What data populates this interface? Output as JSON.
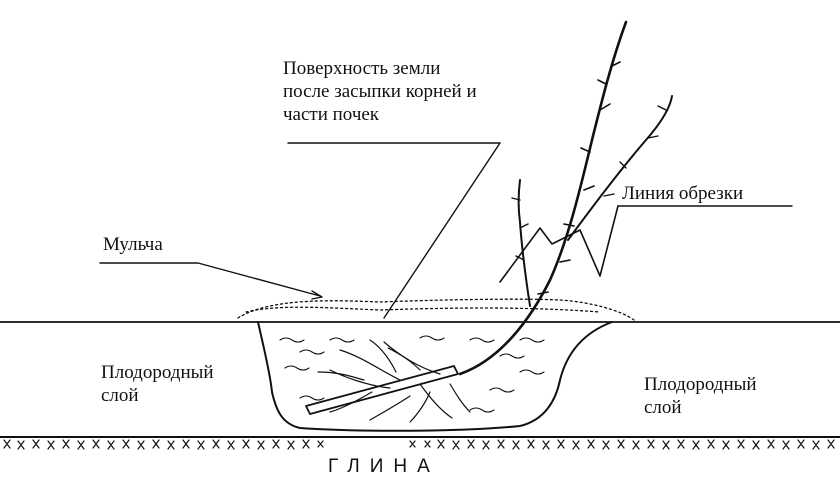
{
  "labels": {
    "surface_line1": "Поверхность земли",
    "surface_line2": "после засыпки корней и",
    "surface_line3": "части почек",
    "trim_line": "Линия обрезки",
    "mulch": "Мульча",
    "fertile_left_1": "Плодородный",
    "fertile_left_2": "слой",
    "fertile_right_1": "Плодородный",
    "fertile_right_2": "слой",
    "clay": "ГЛИНА"
  }
}
